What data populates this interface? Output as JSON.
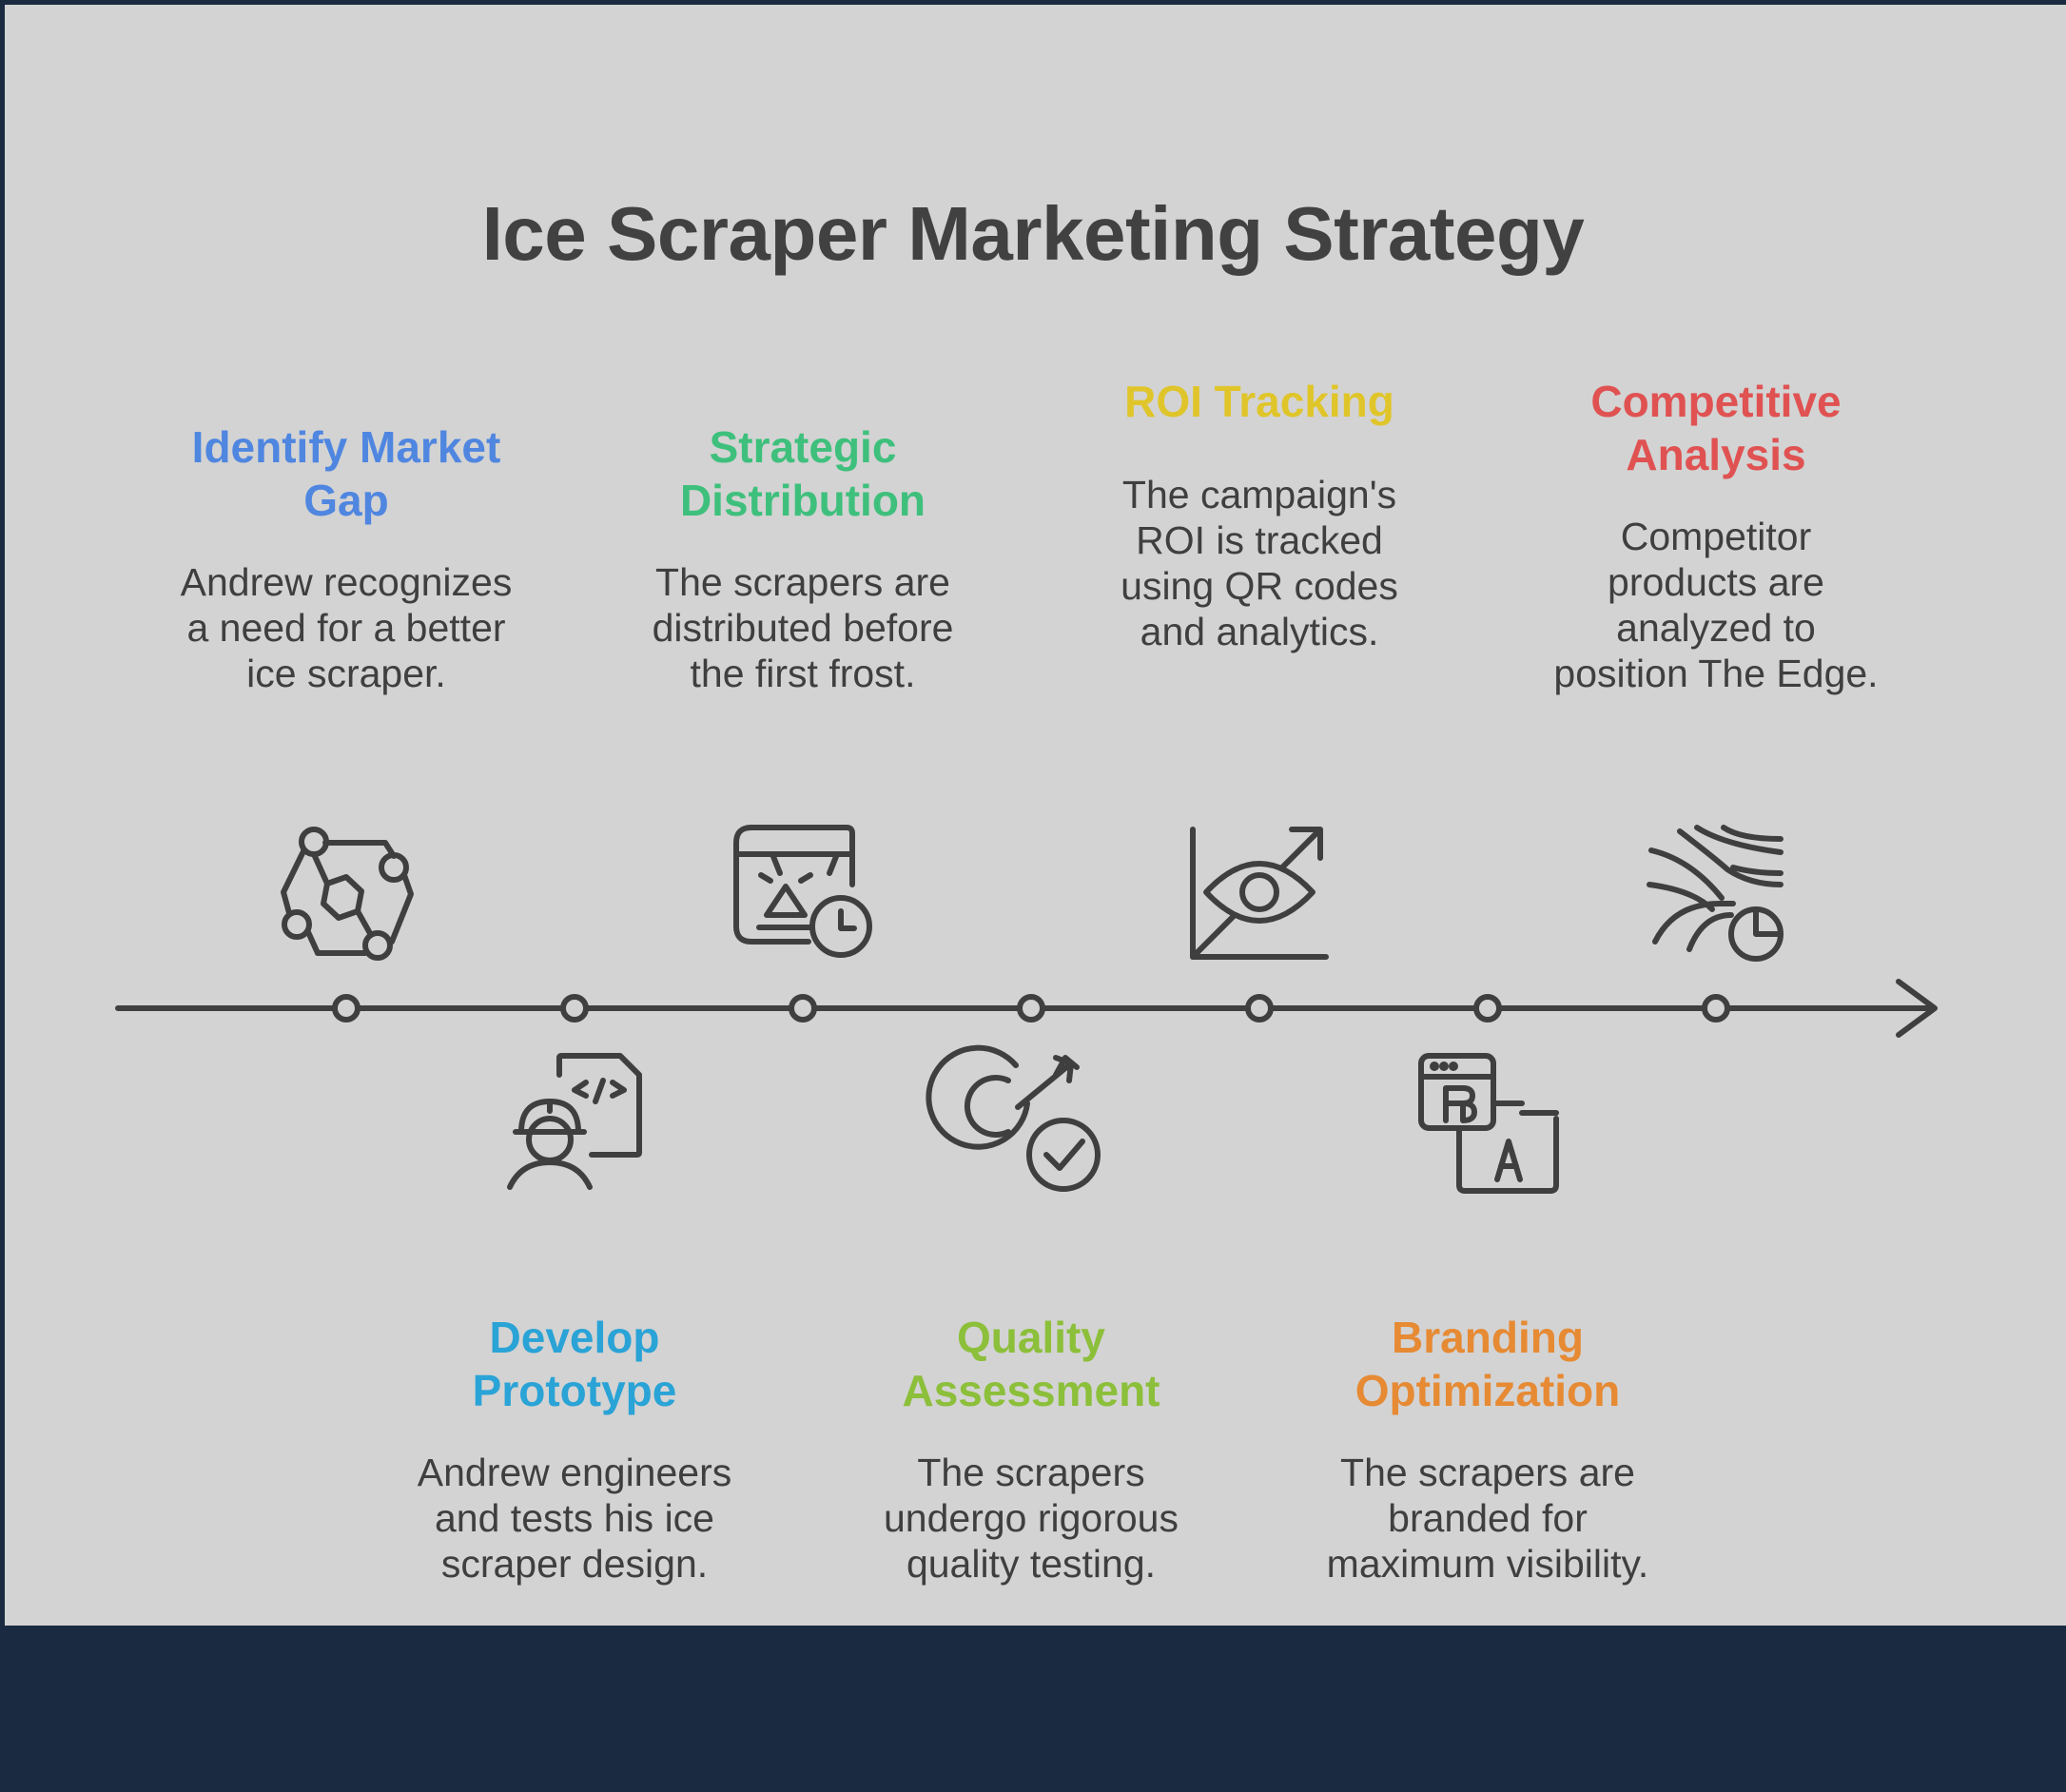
{
  "title": "Ice Scraper Marketing Strategy",
  "colors": {
    "panel": "#d3d3d3",
    "footer": "#1a2a40",
    "line": "#3f3f3f",
    "steps": [
      "#4f86e0",
      "#2aa3d6",
      "#3ec07c",
      "#8cbf3a",
      "#e0c52a",
      "#e68a34",
      "#e05252"
    ]
  },
  "steps": [
    {
      "title": "Identify Market Gap",
      "title_lines": [
        "Identify Market",
        "Gap"
      ],
      "desc_lines": [
        "Andrew recognizes",
        "a need for a better",
        "ice scraper."
      ],
      "icon": "network-hexagon-icon",
      "placement": "above"
    },
    {
      "title": "Develop Prototype",
      "title_lines": [
        "Develop",
        "Prototype"
      ],
      "desc_lines": [
        "Andrew engineers",
        "and tests his ice",
        "scraper design."
      ],
      "icon": "engineer-code-icon",
      "placement": "below"
    },
    {
      "title": "Strategic Distribution",
      "title_lines": [
        "Strategic",
        "Distribution"
      ],
      "desc_lines": [
        "The scrapers are",
        "distributed before",
        "the first frost."
      ],
      "icon": "schedule-warning-icon",
      "placement": "above"
    },
    {
      "title": "Quality Assessment",
      "title_lines": [
        "Quality",
        "Assessment"
      ],
      "desc_lines": [
        "The scrapers",
        "undergo rigorous",
        "quality testing."
      ],
      "icon": "target-check-icon",
      "placement": "below"
    },
    {
      "title": "ROI Tracking",
      "title_lines": [
        "ROI Tracking"
      ],
      "desc_lines": [
        "The campaign's",
        "ROI is tracked",
        "using QR codes",
        "and analytics."
      ],
      "icon": "eye-chart-icon",
      "placement": "above"
    },
    {
      "title": "Branding Optimization",
      "title_lines": [
        "Branding",
        "Optimization"
      ],
      "desc_lines": [
        "The scrapers are",
        "branded for",
        "maximum visibility."
      ],
      "icon": "ab-test-icon",
      "placement": "below"
    },
    {
      "title": "Competitive Analysis",
      "title_lines": [
        "Competitive",
        "Analysis"
      ],
      "desc_lines": [
        "Competitor",
        "products are",
        "analyzed to",
        "position The Edge."
      ],
      "icon": "wind-pie-icon",
      "placement": "above"
    }
  ]
}
